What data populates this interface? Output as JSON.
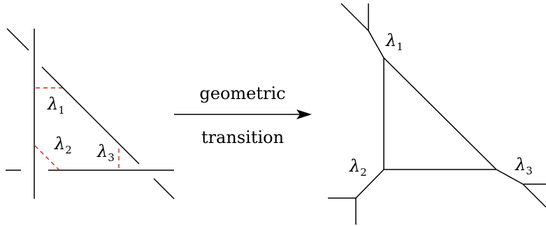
{
  "arrow": {
    "top_text": "geometric",
    "bottom_text": "transition"
  },
  "left_diagram": {
    "labels": [
      {
        "symbol": "λ",
        "sub": "1"
      },
      {
        "symbol": "λ",
        "sub": "2"
      },
      {
        "symbol": "λ",
        "sub": "3"
      }
    ]
  },
  "right_diagram": {
    "labels": [
      {
        "symbol": "λ",
        "sub": "1"
      },
      {
        "symbol": "λ",
        "sub": "2"
      },
      {
        "symbol": "λ",
        "sub": "3"
      }
    ]
  },
  "colors": {
    "lines": "#000000",
    "dashed_distances": "#e0201a"
  }
}
